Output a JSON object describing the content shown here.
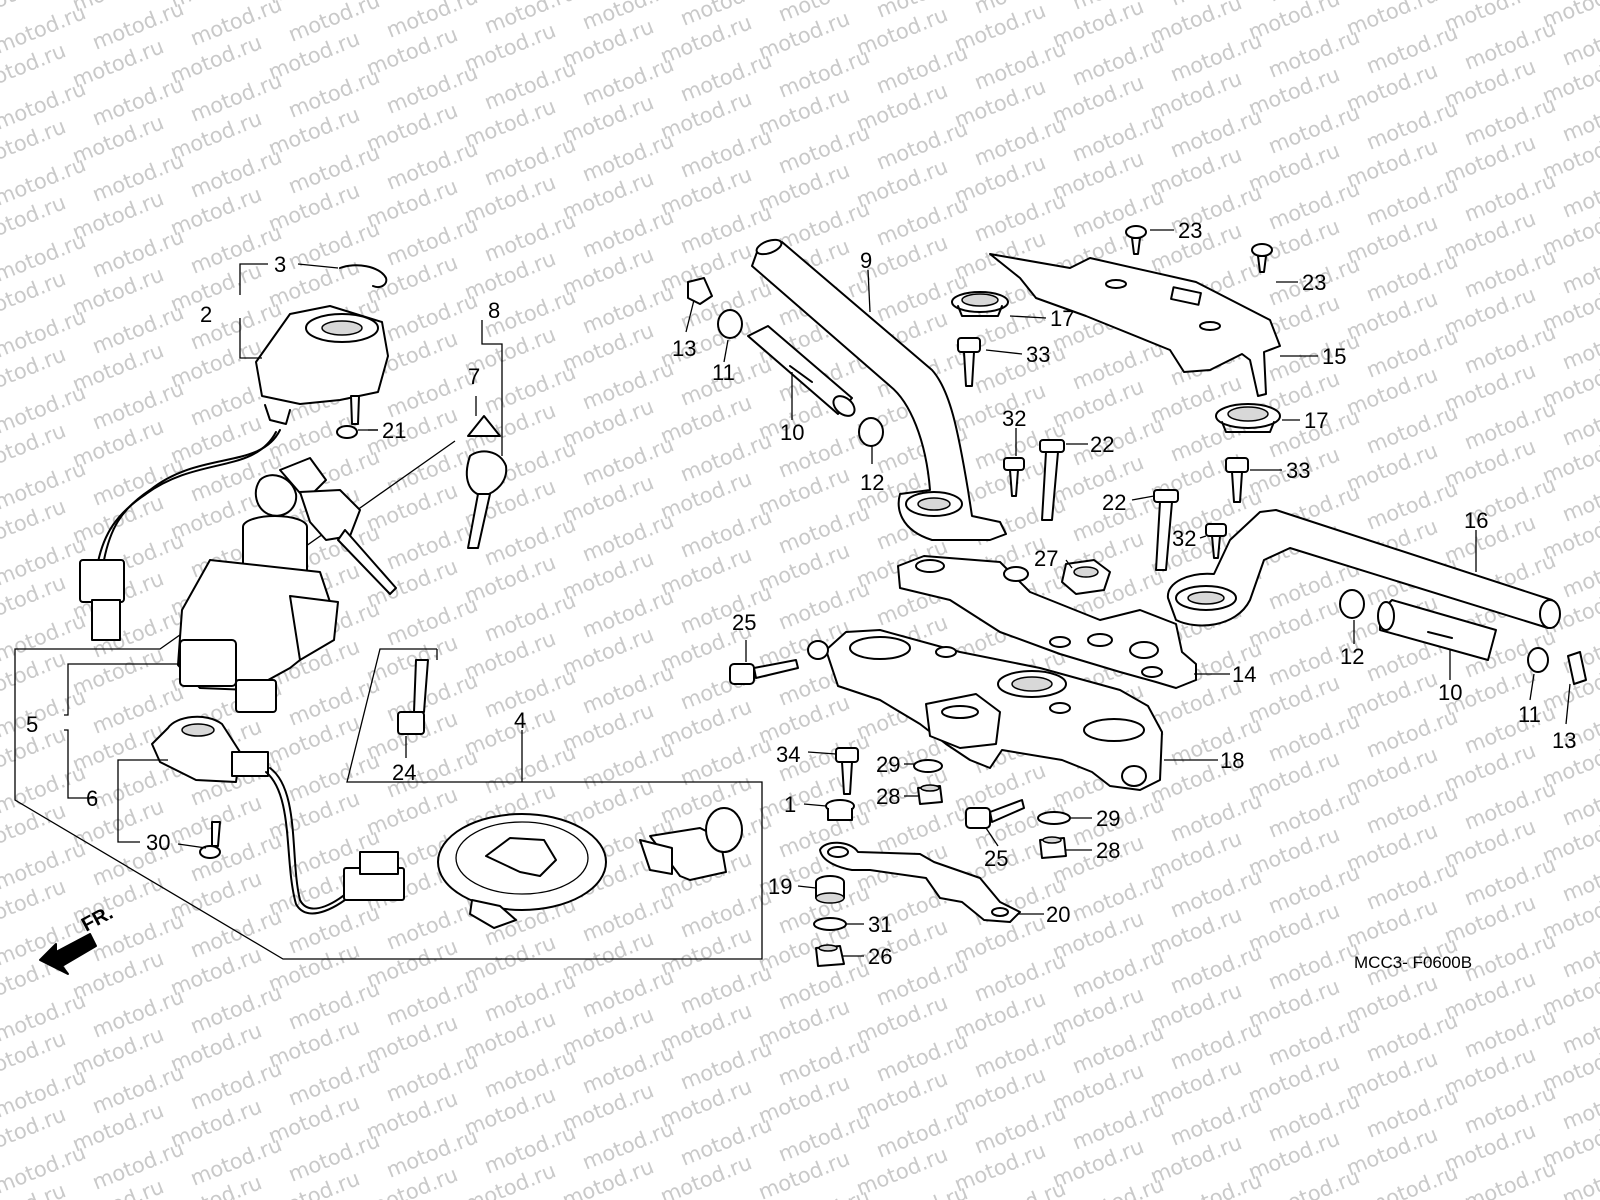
{
  "watermark": "motod.ru",
  "diagram_code": "MCC3- F0600B",
  "front_marker": "FR.",
  "callouts": {
    "c1": "1",
    "c2": "2",
    "c3": "3",
    "c4": "4",
    "c5": "5",
    "c6": "6",
    "c7": "7",
    "c8": "8",
    "c9": "9",
    "c10a": "10",
    "c10b": "10",
    "c11a": "11",
    "c11b": "11",
    "c12a": "12",
    "c12b": "12",
    "c13a": "13",
    "c13b": "13",
    "c14": "14",
    "c15": "15",
    "c16": "16",
    "c17a": "17",
    "c17b": "17",
    "c18": "18",
    "c19": "19",
    "c20": "20",
    "c21": "21",
    "c22a": "22",
    "c22b": "22",
    "c23a": "23",
    "c23b": "23",
    "c24": "24",
    "c25a": "25",
    "c25b": "25",
    "c26": "26",
    "c27": "27",
    "c28a": "28",
    "c28b": "28",
    "c29a": "29",
    "c29b": "29",
    "c30": "30",
    "c31": "31",
    "c32a": "32",
    "c32b": "32",
    "c33a": "33",
    "c33b": "33",
    "c34": "34"
  }
}
